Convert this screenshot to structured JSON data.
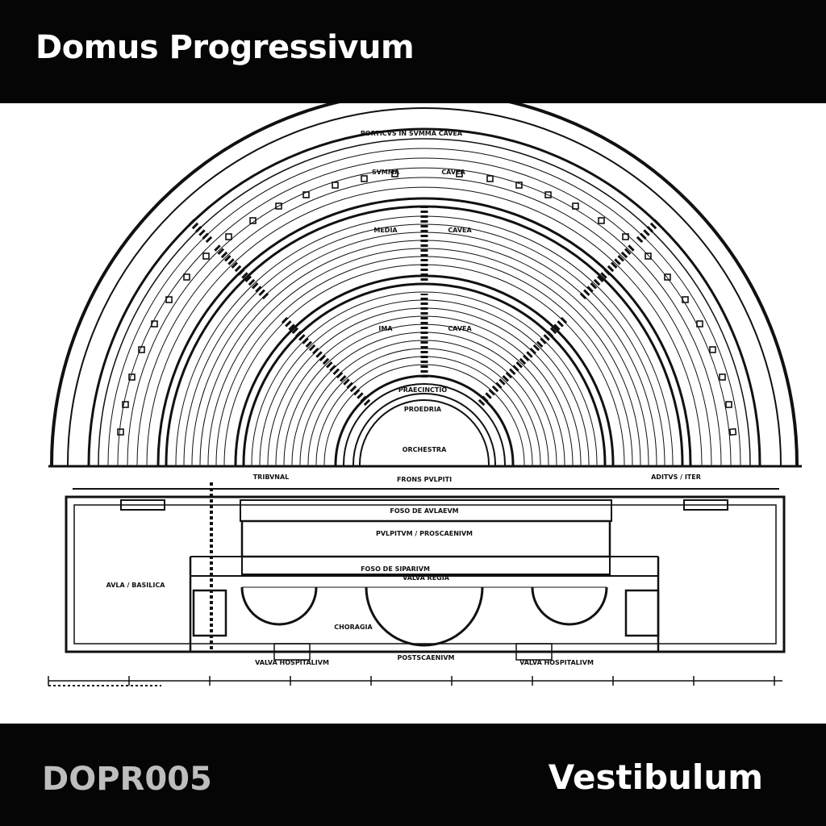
{
  "cover": {
    "artist": "Domus Progressivum",
    "catalog_number": "DOPR005",
    "title": "Vestibulum"
  },
  "colors": {
    "band": "#050505",
    "artist_text": "#ffffff",
    "catalog_text": "#bdbdbd",
    "title_text": "#ffffff",
    "background": "#ffffff"
  },
  "plan_labels": {
    "porticus": "PORTICVS IN SVMMA CAVEA",
    "summa_left": "SVMMA",
    "summa_right": "CAVEA",
    "media_left": "MEDIA",
    "media_right": "CAVEA",
    "ima_left": "IMA",
    "ima_right": "CAVEA",
    "praecinctio": "PRAECINCTIO",
    "proedria": "PROEDRIA",
    "orchestra": "ORCHESTRA",
    "tribunal": "TRIBVNAL",
    "aditus": "ADITVS / ITER",
    "frons": "FRONS PVLPITI",
    "fosa_aulaeum": "FOSO DE AVLAEVM",
    "pulpitum": "PVLPITVM / PROSCAENIVM",
    "fosa_siparium": "FOSO DE SIPARIVM",
    "valva_regia": "VALVA REGIA",
    "aula_basilica": "AVLA / BASILICA",
    "choragia": "CHORAGIA",
    "valva_left": "VALVA HOSPITALIVM",
    "postscaenium": "POSTSCAENIVM",
    "valva_right": "VALVA HOSPITALIVM"
  }
}
